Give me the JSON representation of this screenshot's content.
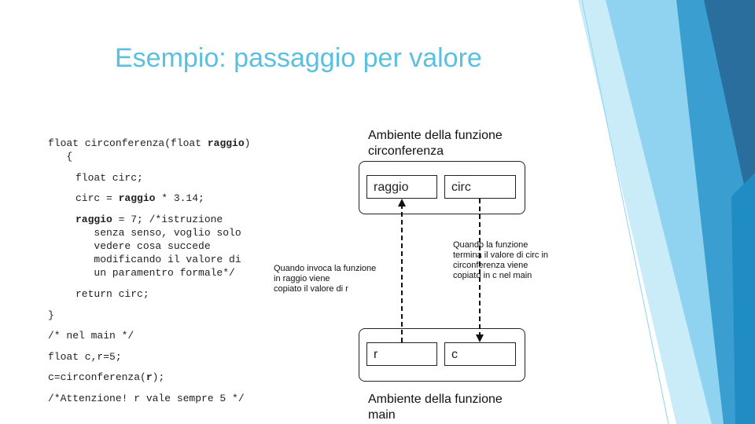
{
  "title": "Esempio: passaggio per valore",
  "code": {
    "l1_pre": "float circonferenza(float ",
    "l1_bold": "raggio",
    "l1_post": ")",
    "l2": "   {",
    "l3": "float circ;",
    "l4_pre": "circ = ",
    "l4_bold": "raggio",
    "l4_post": " * 3.14;",
    "l5_bold": "raggio",
    "l5_post": " = 7; /*istruzione",
    "l6": "   senza senso, voglio solo",
    "l7": "   vedere cosa succede",
    "l8": "   modificando il valore di",
    "l9": "   un paramentro formale*/",
    "l10": "return circ;",
    "l11": "}",
    "l12": "/* nel main */",
    "l13": "float c,r=5;",
    "l14_pre": "c=circonferenza(",
    "l14_bold": "r",
    "l14_post": ");",
    "l15": "/*Attenzione! r vale sempre 5 */"
  },
  "env_top": {
    "label_line1": "Ambiente della funzione",
    "label_line2": "circonferenza",
    "var1": "raggio",
    "var2": "circ"
  },
  "env_bottom": {
    "label_line1": "Ambiente della funzione",
    "label_line2": "main",
    "var1": "r",
    "var2": "c"
  },
  "note_left": [
    "Quando invoca la funzione",
    "in raggio viene",
    "copiato il valore di r"
  ],
  "note_right": [
    "Quando la funzione",
    "termina il valore di circ in",
    "circonferenza viene",
    "copiato in c nel main"
  ],
  "colors": {
    "title": "#5bbfe0",
    "accent_dark": "#2a6e9e",
    "accent_mid": "#3a9fd0",
    "accent_light": "#8fd3f0"
  }
}
